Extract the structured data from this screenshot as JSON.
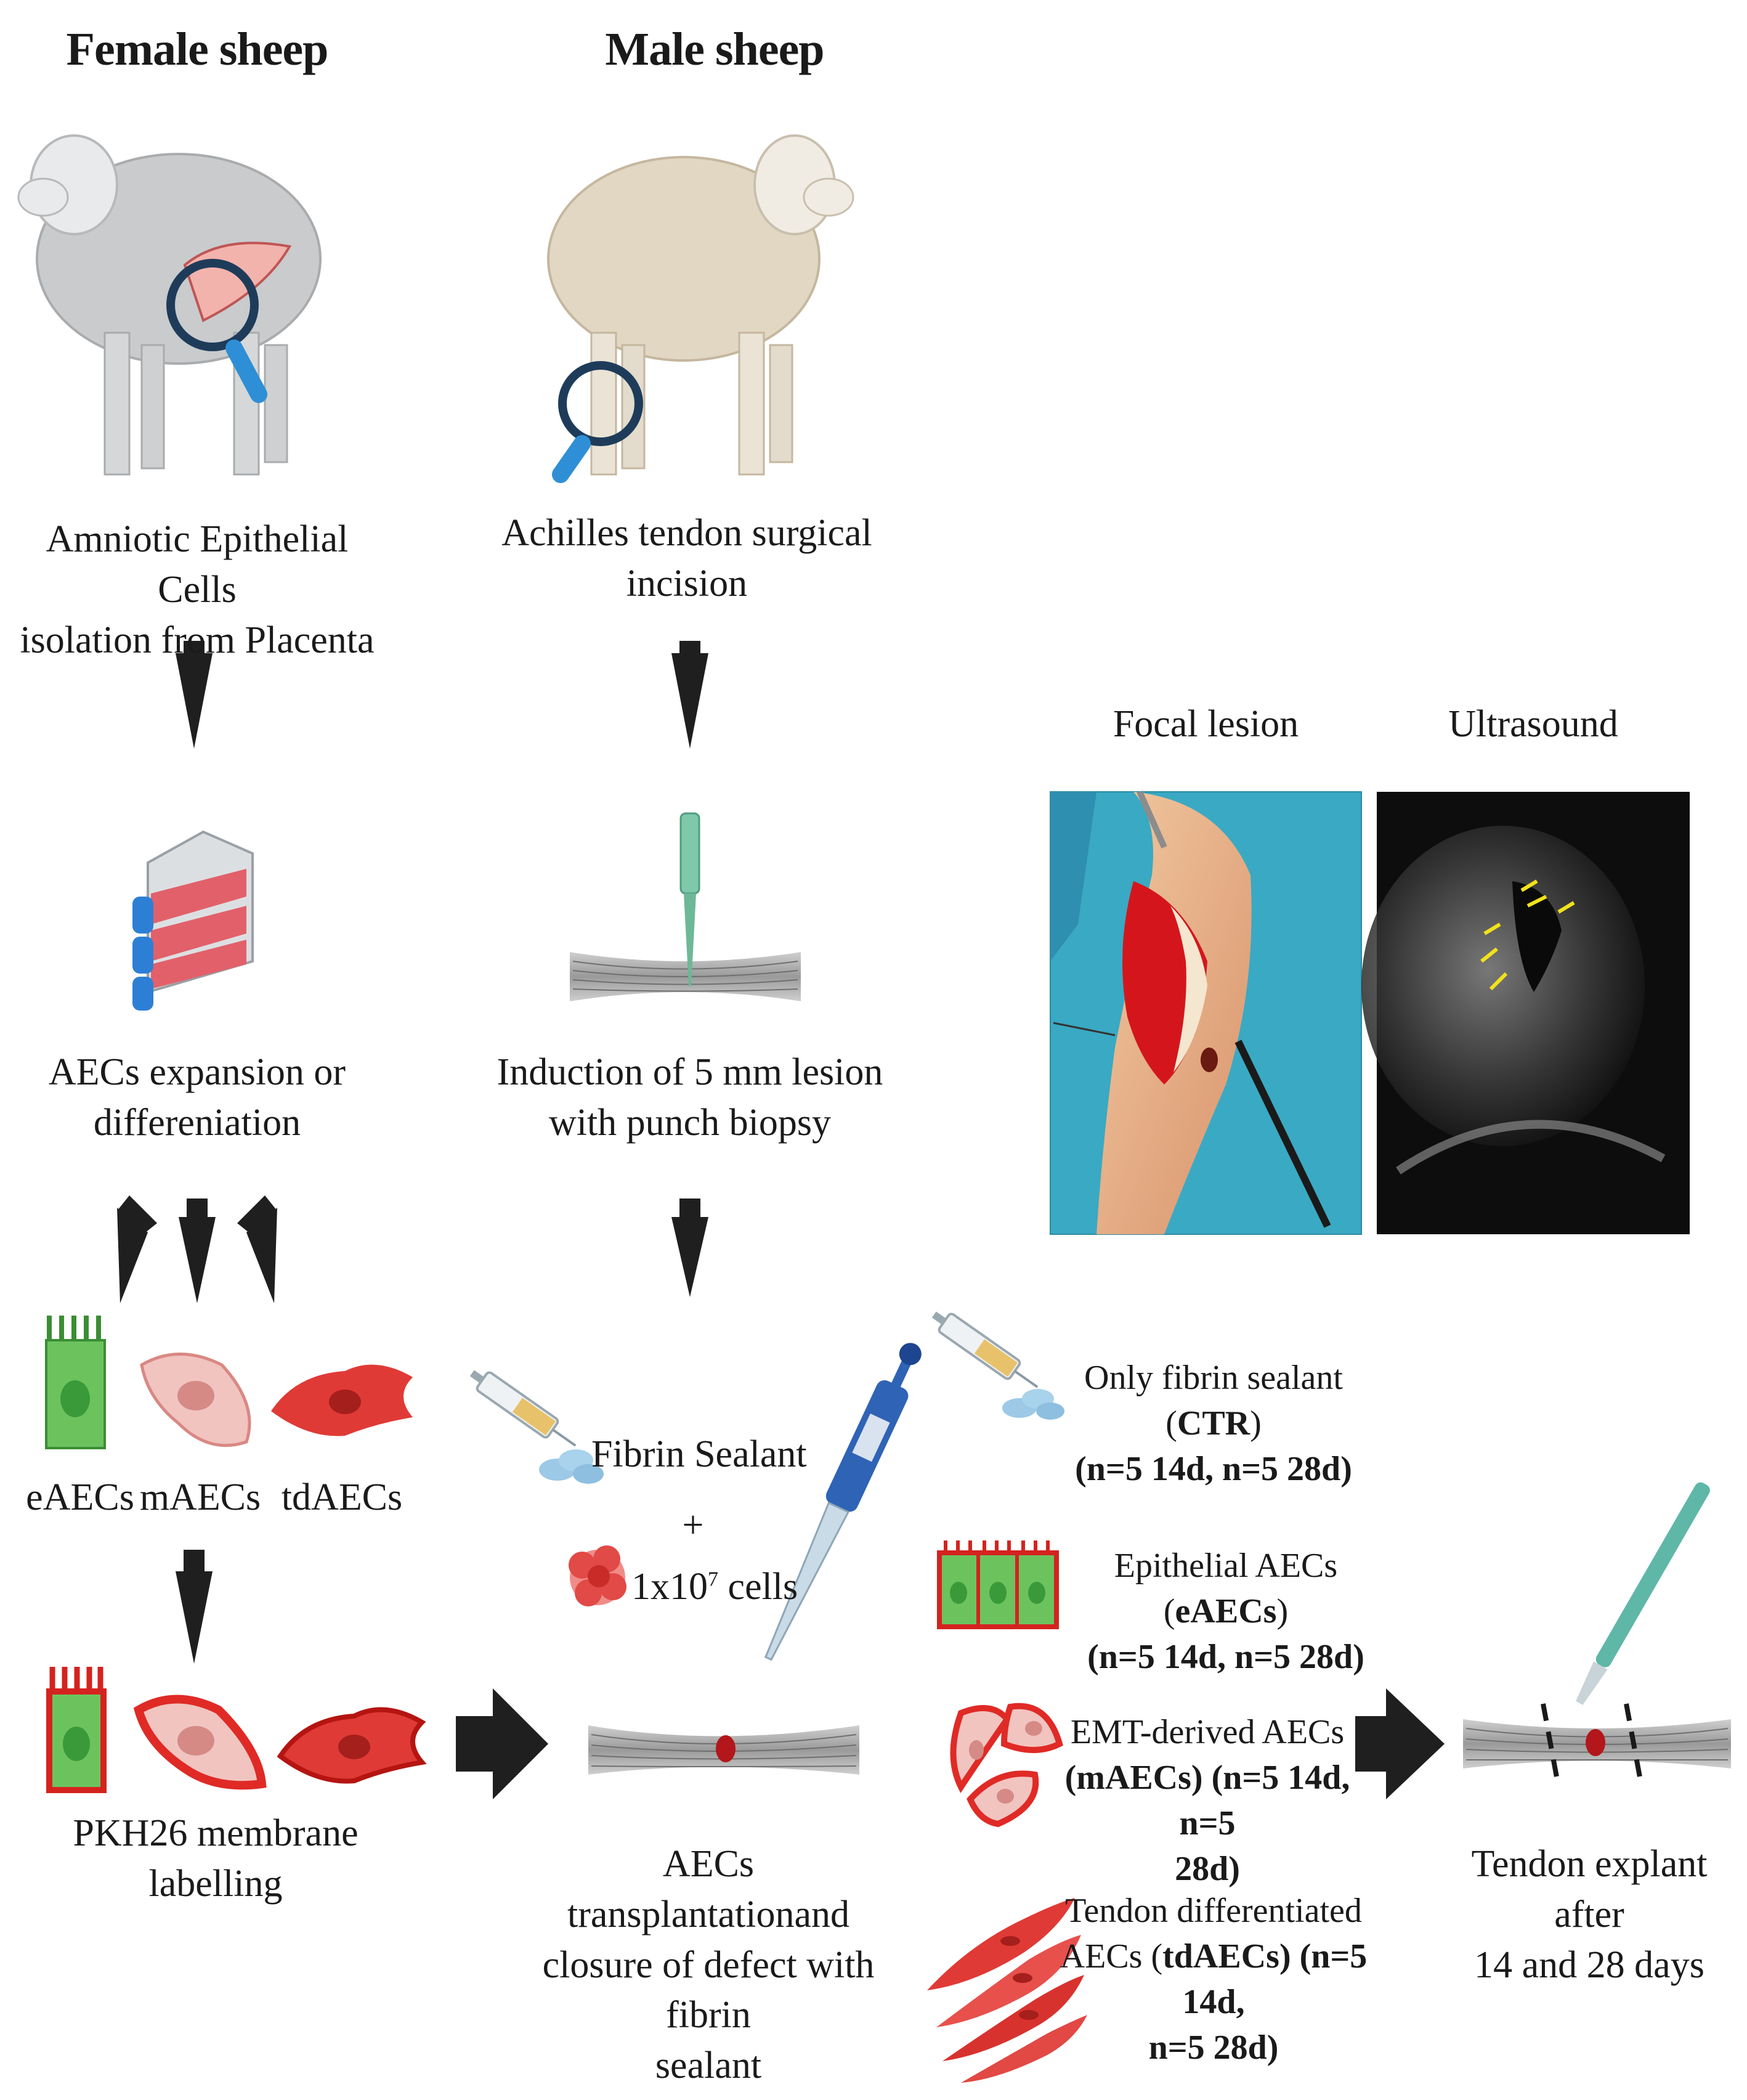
{
  "headings": {
    "female": "Female sheep",
    "male": "Male sheep"
  },
  "captions": {
    "isolation_l1": "Amniotic Epithelial Cells",
    "isolation_l2": "isolation from Placenta",
    "incision_l1": "Achilles tendon surgical",
    "incision_l2": "incision",
    "expansion_l1": "AECs expansion or",
    "expansion_l2": "differeniation",
    "induction_l1": "Induction of 5 mm lesion",
    "induction_l2": "with punch biopsy",
    "pkh_l1": "PKH26 membrane",
    "pkh_l2": "labelling",
    "transplant_l1": "AECs transplantationand",
    "transplant_l2": "closure of defect with fibrin",
    "transplant_l3": "sealant",
    "explant_l1": "Tendon explant after",
    "explant_l2": "14 and 28 days"
  },
  "cell_types": [
    "eAECs",
    "mAECs",
    "tdAECs"
  ],
  "mix": {
    "sealant": "Fibrin Sealant",
    "plus": "+",
    "cells_base": "1x10",
    "cells_exp": "7",
    "cells_unit": " cells"
  },
  "photos": {
    "focal": "Focal lesion",
    "ultrasound": "Ultrasound"
  },
  "groups": {
    "ctr_a": "Only fibrin sealant (",
    "ctr_b": "CTR",
    "ctr_c": ")",
    "ctr_n": "(n=5 14d, n=5 28d)",
    "e_a": "Epithelial AECs (",
    "e_b": "eAECs",
    "e_c": ")",
    "e_n": "(n=5 14d, n=5 28d)",
    "m_l1": "EMT-derived AECs",
    "m_a": "(",
    "m_b": "mAECs",
    "m_c": ") (n=5 14d, n=5",
    "m_l3": "28d)",
    "td_l1": "Tendon differentiated",
    "td_a": "AECs (",
    "td_b": "tdAECs",
    "td_c": ") (n=5 14d,",
    "td_l3": "n=5 28d)"
  },
  "colors": {
    "arrow": "#1f1f1f",
    "cell_red": "#e03a36",
    "cell_green": "#6cc35e",
    "cell_pink": "#f1c4c0",
    "tendon": "#8a8a8a",
    "lesion": "#b3161b",
    "magnifier": "#1e5f9a",
    "pipette": "#2f63b5",
    "scalpel": "#5fb7a7",
    "surgical_drape": "#47b6c9"
  }
}
